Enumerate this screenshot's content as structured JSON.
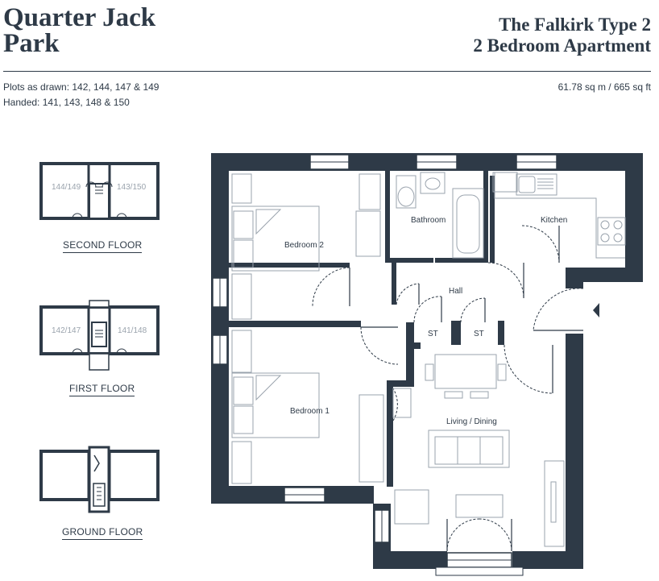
{
  "development": {
    "line1": "Quarter Jack",
    "line2": "Park"
  },
  "house_type": {
    "line1": "The Falkirk Type 2",
    "line2": "2 Bedroom Apartment"
  },
  "plots": {
    "drawn": "Plots as drawn: 142, 144, 147 & 149",
    "handed": "Handed: 141, 143, 148 & 150"
  },
  "area": "61.78 sq m / 665 sq ft",
  "floors": {
    "second": {
      "label": "SECOND FLOOR",
      "plot_left": "144/149",
      "plot_right": "143/150"
    },
    "first": {
      "label": "FIRST FLOOR",
      "plot_left": "142/147",
      "plot_right": "141/148"
    },
    "ground": {
      "label": "GROUND FLOOR"
    }
  },
  "rooms": {
    "bedroom2": "Bedroom 2",
    "bathroom": "Bathroom",
    "kitchen": "Kitchen",
    "hall": "Hall",
    "store1": "ST",
    "store2": "ST",
    "bedroom1": "Bedroom 1",
    "living": "Living / Dining"
  },
  "colors": {
    "wall": "#2e3a47",
    "furniture": "#9aa3ad",
    "text": "#2e3a47"
  }
}
